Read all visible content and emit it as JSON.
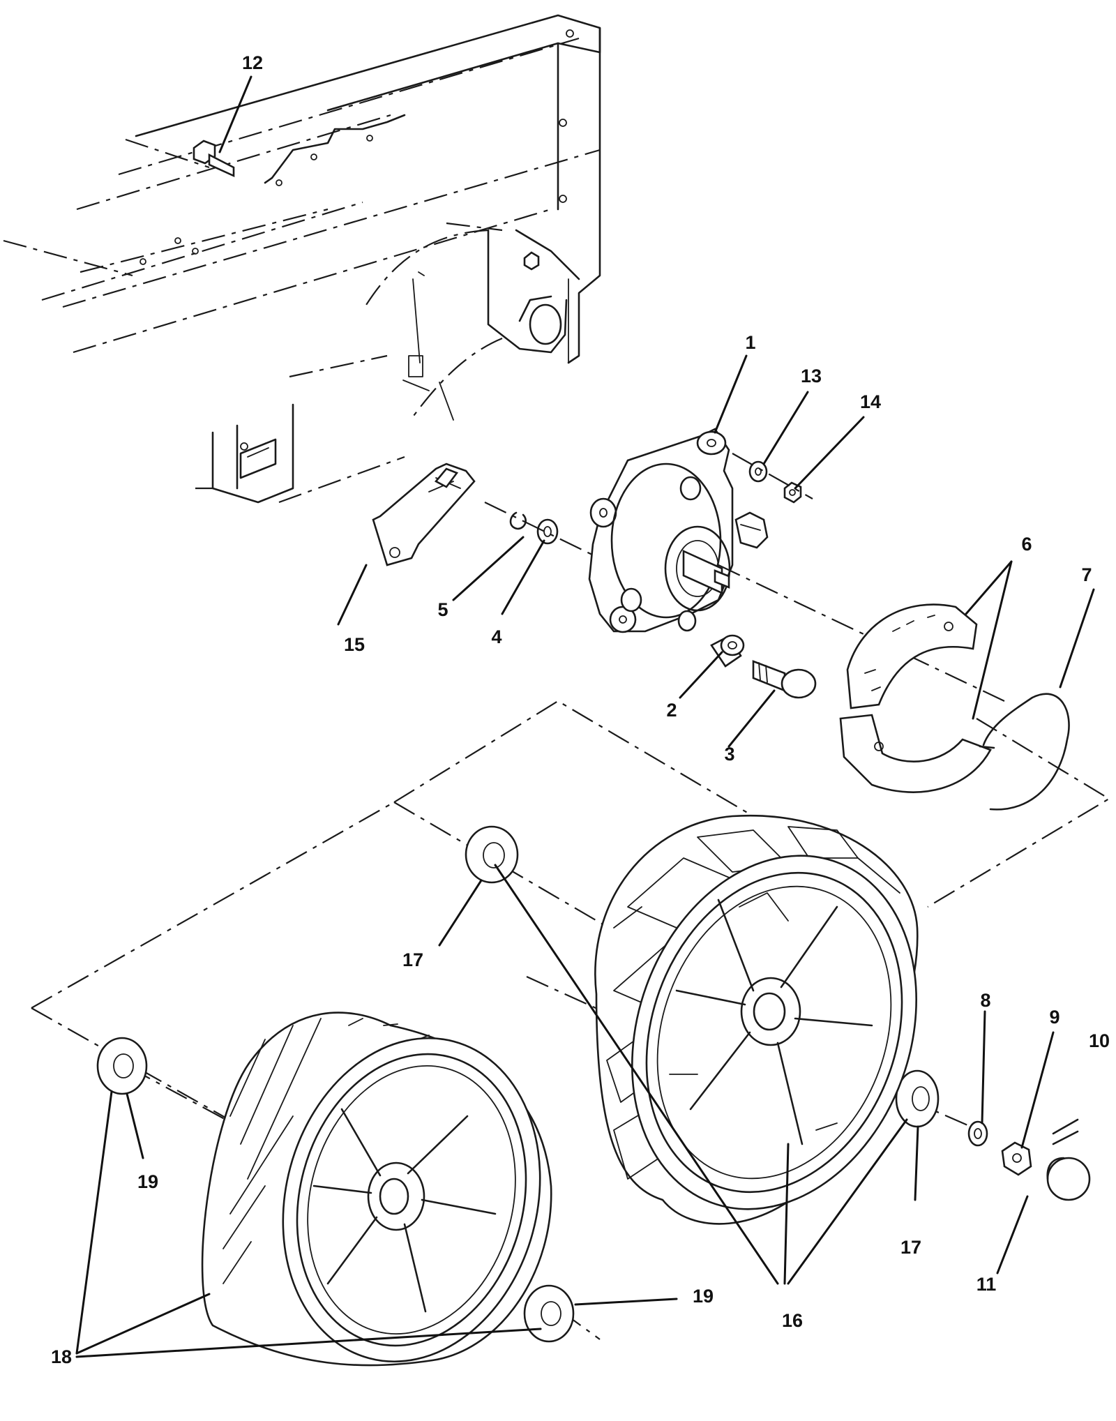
{
  "diagram": {
    "callouts": [
      {
        "id": "c1",
        "label": "1"
      },
      {
        "id": "c2",
        "label": "2"
      },
      {
        "id": "c3",
        "label": "3"
      },
      {
        "id": "c4",
        "label": "4"
      },
      {
        "id": "c5",
        "label": "5"
      },
      {
        "id": "c6",
        "label": "6"
      },
      {
        "id": "c7",
        "label": "7"
      },
      {
        "id": "c8",
        "label": "8"
      },
      {
        "id": "c9",
        "label": "9"
      },
      {
        "id": "c10",
        "label": "10"
      },
      {
        "id": "c11",
        "label": "11"
      },
      {
        "id": "c12",
        "label": "12"
      },
      {
        "id": "c13",
        "label": "13"
      },
      {
        "id": "c14",
        "label": "14"
      },
      {
        "id": "c15",
        "label": "15"
      },
      {
        "id": "c16",
        "label": "16"
      },
      {
        "id": "c17a",
        "label": "17"
      },
      {
        "id": "c17b",
        "label": "17"
      },
      {
        "id": "c18",
        "label": "18"
      },
      {
        "id": "c19a",
        "label": "19"
      },
      {
        "id": "c19b",
        "label": "19"
      }
    ]
  }
}
